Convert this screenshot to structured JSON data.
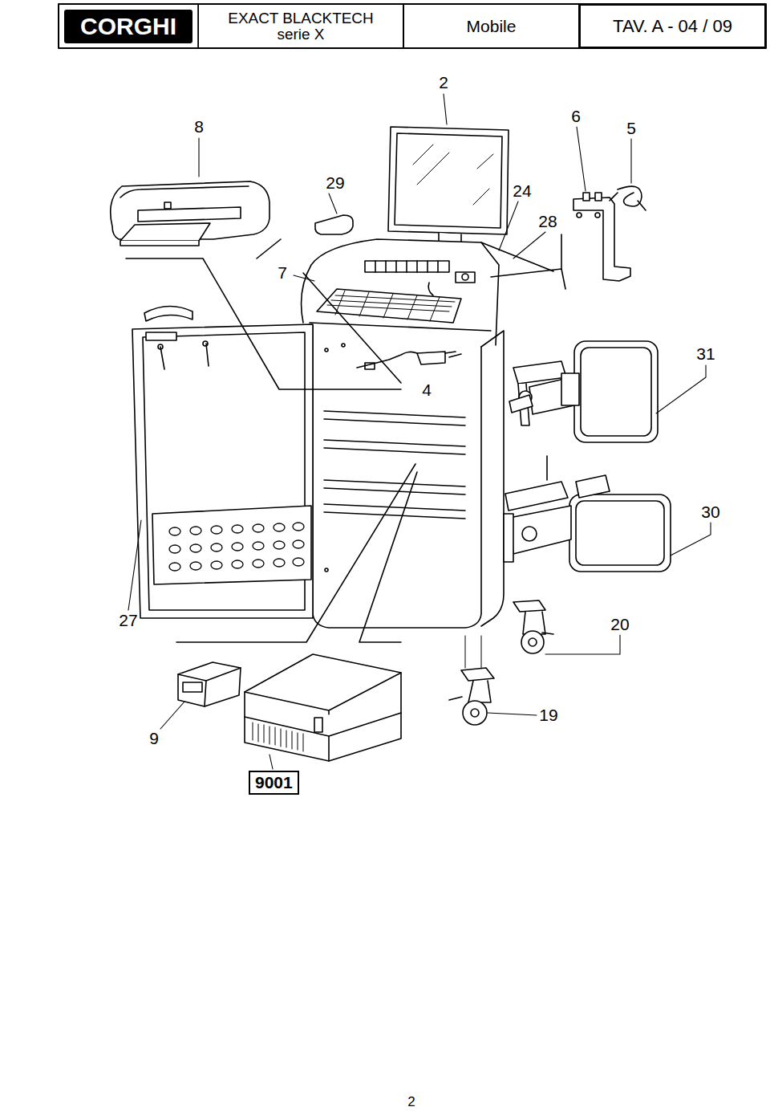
{
  "diagram": {
    "nodes": [
      {
        "text": [
          "CORGHI"
        ]
      },
      {
        "text": [
          "EXACT BLACKTECH serie X"
        ]
      },
      {
        "text": [
          "Mobile"
        ]
      },
      {
        "text": [
          "TAV. A - 04 / 09"
        ]
      },
      {
        "text": [
          "9001"
        ]
      }
    ],
    "labels": [
      "2",
      "8",
      "6",
      "5",
      "29",
      "24",
      "28",
      "7",
      "31",
      "4",
      "30",
      "27",
      "20",
      "19",
      "9",
      "2"
    ]
  }
}
